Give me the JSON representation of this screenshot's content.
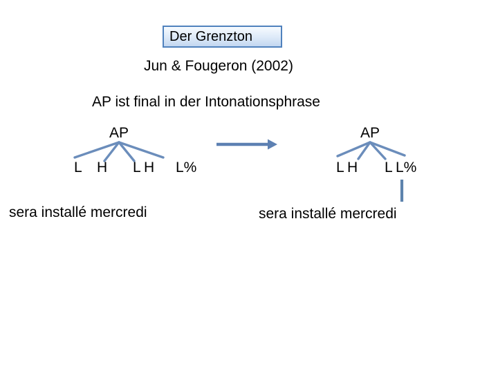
{
  "slide": {
    "background": "#ffffff",
    "text_color": "#000000",
    "branch_color": "#6b8dbb",
    "arrow_color": "#5d80b2",
    "box_border_color": "#4f81bd",
    "box_fill_top": "#f7fbff",
    "box_fill_bottom": "#c3d7f0"
  },
  "header": {
    "title": "Der Grenzton",
    "subtitle": "Jun & Fougeron (2002)",
    "statement": "AP ist final in der Intonationsphrase"
  },
  "left_tree": {
    "root": "AP",
    "tones": [
      "L",
      "H",
      "L",
      "H"
    ],
    "boundary_tone": "L%",
    "sentence": "sera installé mercredi"
  },
  "right_tree": {
    "root": "AP",
    "tones": [
      "L",
      "H",
      "L"
    ],
    "boundary_tone": "L%",
    "sentence": "sera installé mercredi"
  }
}
